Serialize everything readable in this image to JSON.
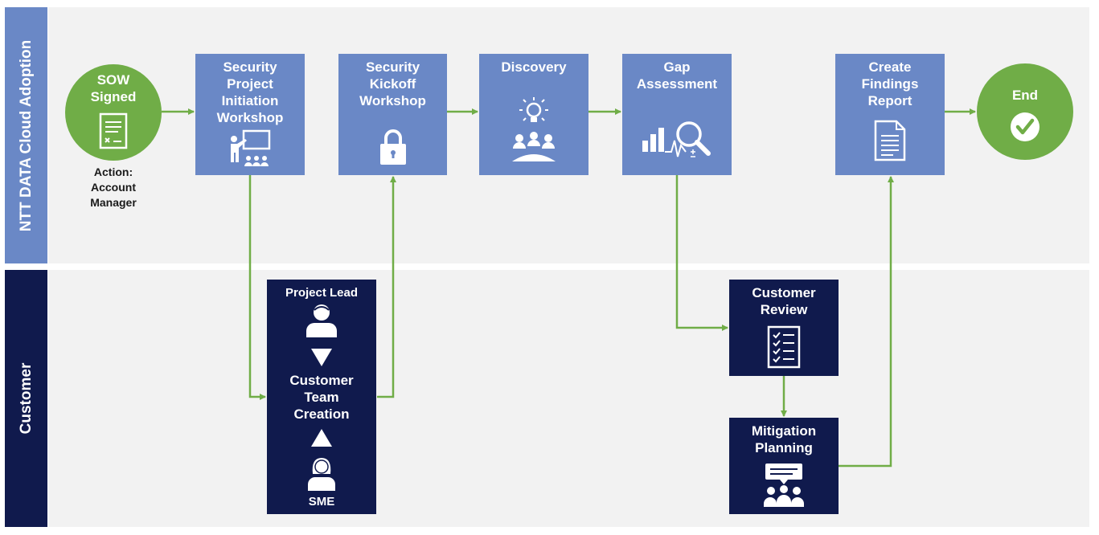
{
  "lanes": {
    "top_label": "NTT DATA Cloud Adoption",
    "bottom_label": "Customer"
  },
  "nodes": {
    "sow": {
      "label_line1": "SOW",
      "label_line2": "Signed",
      "icon": "document-check-icon"
    },
    "sow_note": {
      "line1": "Action:",
      "line2": "Account",
      "line3": "Manager"
    },
    "security_project": {
      "l1": "Security",
      "l2": "Project",
      "l3": "Initiation",
      "l4": "Workshop",
      "icon": "presenter-icon"
    },
    "security_kickoff": {
      "l1": "Security",
      "l2": "Kickoff",
      "l3": "Workshop",
      "icon": "lock-icon"
    },
    "discovery": {
      "l1": "Discovery",
      "icon": "lightbulb-meeting-icon"
    },
    "gap": {
      "l1": "Gap",
      "l2": "Assessment",
      "icon": "analytics-magnifier-icon"
    },
    "findings": {
      "l1": "Create",
      "l2": "Findings",
      "l3": "Report",
      "icon": "report-icon"
    },
    "end": {
      "l1": "End",
      "icon": "check-circle-icon"
    },
    "team_creation": {
      "top": "Project Lead",
      "l1": "Customer",
      "l2": "Team",
      "l3": "Creation",
      "bottom": "SME",
      "icons": [
        "person-icon",
        "triangle-down-icon",
        "triangle-up-icon",
        "woman-icon"
      ]
    },
    "customer_review": {
      "l1": "Customer",
      "l2": "Review",
      "icon": "checklist-icon"
    },
    "mitigation": {
      "l1": "Mitigation",
      "l2": "Planning",
      "icon": "group-discussion-icon"
    }
  },
  "colors": {
    "lane_blue": "#6a88c6",
    "navy": "#101a4d",
    "green": "#70ad47",
    "lane_bg": "#f2f2f2",
    "connector": "#70ad47"
  }
}
